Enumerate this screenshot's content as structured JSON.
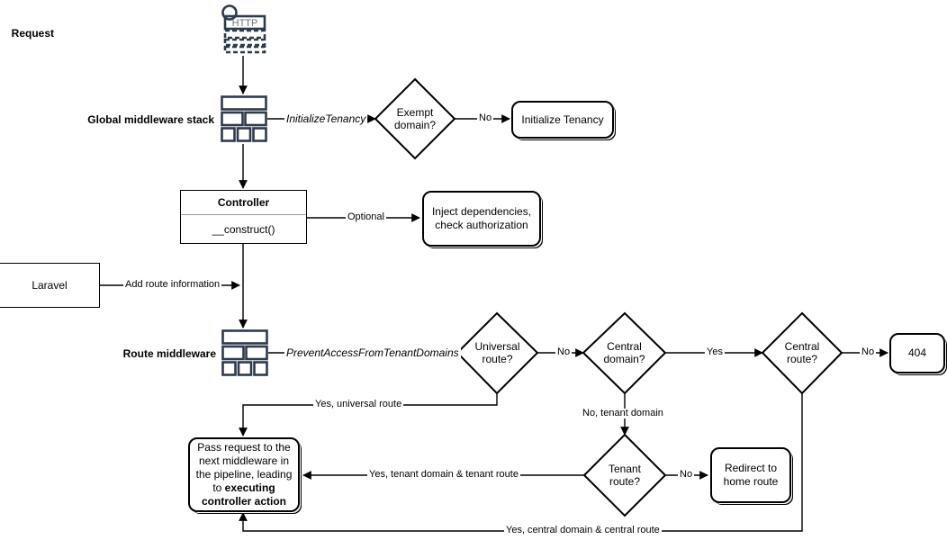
{
  "diagram": {
    "title": "Laravel multi-tenancy request lifecycle flowchart",
    "colors": {
      "stroke": "#000000",
      "icon": "#2e3a4e",
      "background": "#ffffff",
      "class_divider": "#9a9a9a"
    }
  },
  "labels": {
    "request": "Request",
    "global_middleware_stack": "Global middleware stack",
    "route_middleware": "Route middleware"
  },
  "icons": {
    "http": {
      "name": "http-request-icon",
      "text": "HTTP"
    },
    "global_stack": {
      "name": "middleware-stack-icon"
    },
    "route_stack": {
      "name": "middleware-stack-icon"
    }
  },
  "nodes": {
    "exempt_domain": {
      "text": "Exempt\ndomain?",
      "line1": "Exempt",
      "line2": "domain?",
      "shape": "diamond"
    },
    "initialize_tenancy": {
      "text": "Initialize Tenancy",
      "shape": "rounded"
    },
    "controller": {
      "title": "Controller",
      "body": "__construct()",
      "shape": "class"
    },
    "inject_dependencies": {
      "line1": "Inject dependencies,",
      "line2": "check authorization",
      "shape": "rounded"
    },
    "laravel": {
      "text": "Laravel",
      "shape": "rect"
    },
    "universal_route": {
      "line1": "Universal",
      "line2": "route?",
      "shape": "diamond"
    },
    "central_domain": {
      "line1": "Central",
      "line2": "domain?",
      "shape": "diamond"
    },
    "central_route": {
      "line1": "Central",
      "line2": "route?",
      "shape": "diamond"
    },
    "not_found": {
      "text": "404",
      "shape": "rounded"
    },
    "tenant_route": {
      "line1": "Tenant",
      "line2": "route?",
      "shape": "diamond"
    },
    "redirect_home": {
      "line1": "Redirect to",
      "line2": "home route",
      "shape": "rounded"
    },
    "pass_request": {
      "line1": "Pass request to the",
      "line2": "next middleware in",
      "line3": "the pipeline, leading",
      "line4": "to ",
      "bold1": "executing",
      "bold2": "controller action",
      "shape": "rounded"
    }
  },
  "edges": {
    "initialize_tenancy_label": "InitializeTenancy",
    "exempt_no": "No",
    "optional": "Optional",
    "add_route_information": "Add route information",
    "prevent_access": "PreventAccessFromTenantDomains",
    "universal_no": "No",
    "central_domain_yes": "Yes",
    "central_route_no": "No",
    "central_domain_no_tenant": "No, tenant domain",
    "tenant_route_no": "No",
    "yes_universal_route": "Yes, universal route",
    "yes_tenant_domain_tenant_route": "Yes, tenant domain & tenant route",
    "yes_central_domain_central_route": "Yes, central domain & central route"
  }
}
